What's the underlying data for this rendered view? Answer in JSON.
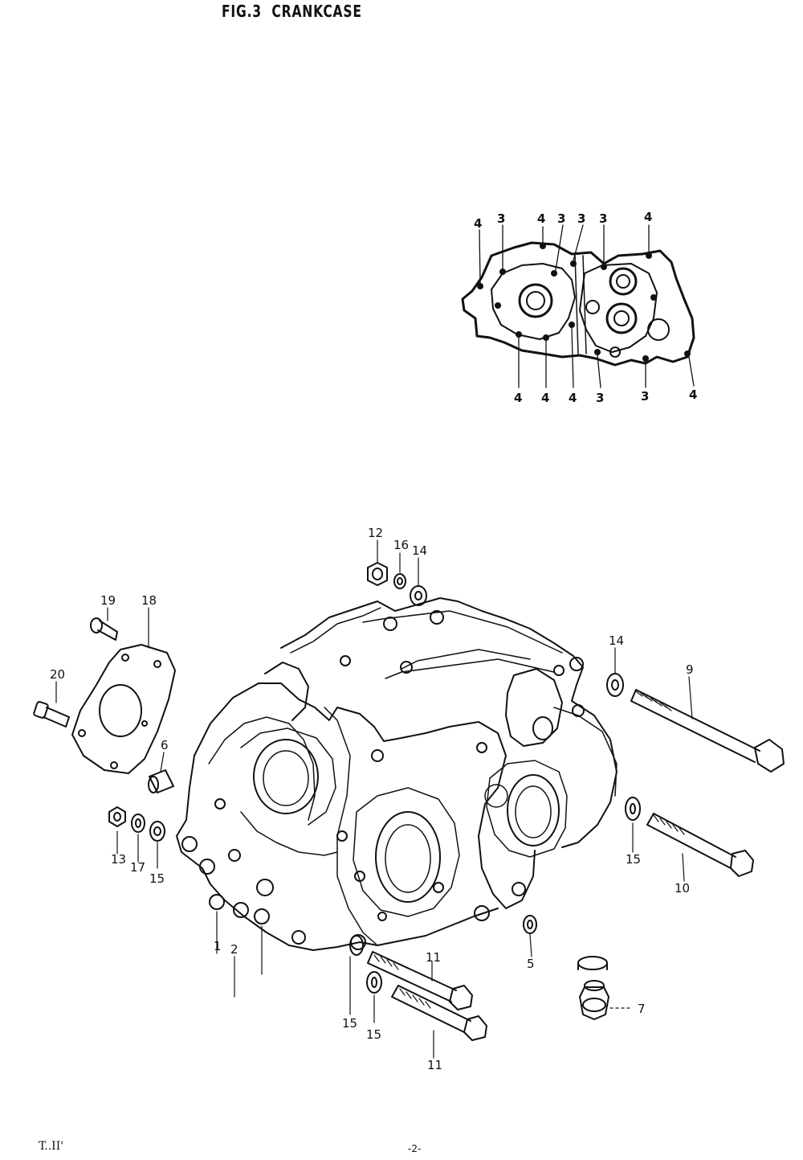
{
  "header": {
    "fig_number": "FIG.3",
    "title": "CRANKCASE"
  },
  "inset_callouts": {
    "top": [
      "4",
      "3",
      "4",
      "3",
      "3",
      "3",
      "4"
    ],
    "bottom": [
      "4",
      "4",
      "4",
      "3",
      "3",
      "4"
    ]
  },
  "part_callouts": {
    "p12": "12",
    "p16": "16",
    "p14_top": "14",
    "p19": "19",
    "p18": "18",
    "p20": "20",
    "p6": "6",
    "p13": "13",
    "p17": "17",
    "p15_left": "15",
    "p14_right": "14",
    "p9": "9",
    "p15_right": "15",
    "p10": "10",
    "p1": "1",
    "p2": "2",
    "p5": "5",
    "p7": "7",
    "p11_upper": "11",
    "p15_bottom_a": "15",
    "p15_bottom_b": "15",
    "p11_lower": "11"
  },
  "footer": {
    "left": "T..II'",
    "center": "-2-"
  }
}
